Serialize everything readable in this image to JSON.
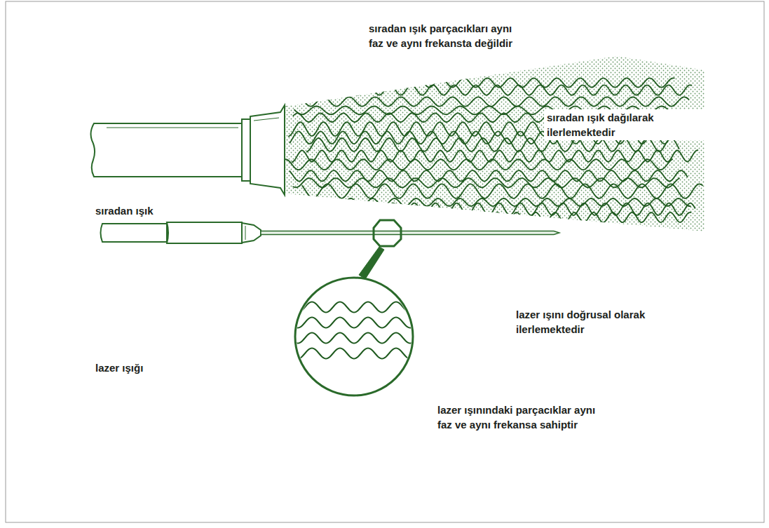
{
  "diagram": {
    "labels": [
      "sıradan ışık parçacıkları aynı faz ve aynı frekansta değildir",
      "sıradan ışık dağılarak ilerlemektedir",
      "sıradan ışık",
      "lazer ışını doğrusal olarak ilerlemektedir",
      "lazer ışığı",
      "lazer ışınındaki parçacıklar aynı faz ve aynı frekansa sahiptir"
    ]
  }
}
